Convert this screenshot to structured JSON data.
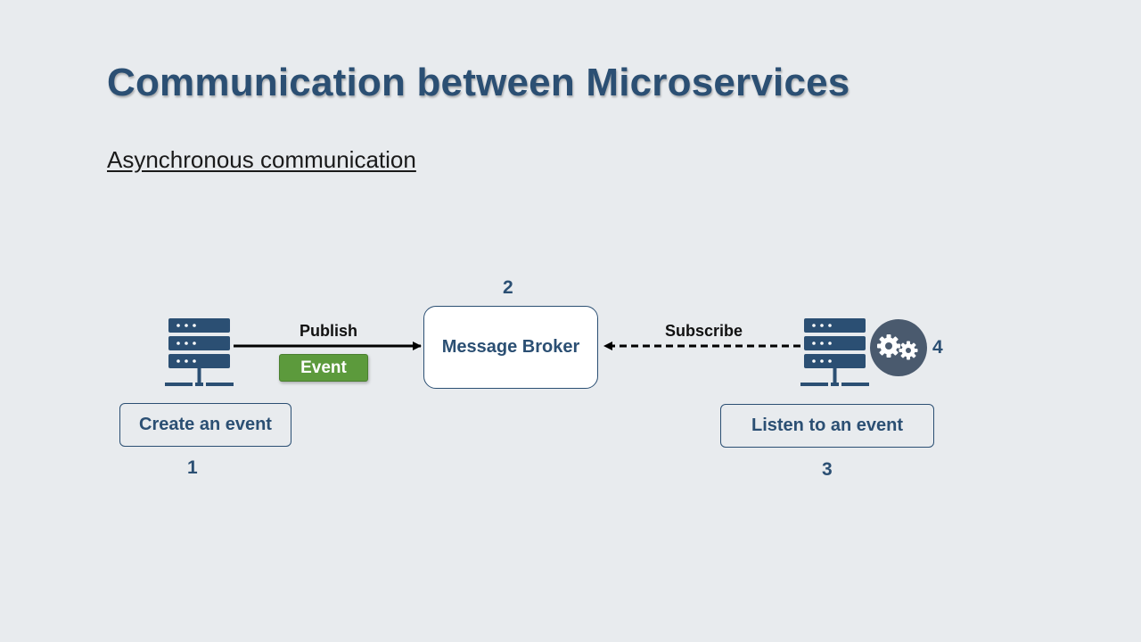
{
  "slide": {
    "title": "Communication between Microservices",
    "subtitle": "Asynchronous communication"
  },
  "diagram": {
    "producer": {
      "step": "1",
      "label": "Create an event",
      "icon": "server-icon"
    },
    "broker": {
      "step": "2",
      "label": "Message Broker"
    },
    "consumer": {
      "step": "3",
      "label": "Listen to an event",
      "icon": "server-icon"
    },
    "processing": {
      "step": "4",
      "icon": "gears-icon"
    },
    "publish_edge": {
      "label": "Publish",
      "payload": "Event",
      "style": "solid"
    },
    "subscribe_edge": {
      "label": "Subscribe",
      "style": "dashed"
    }
  },
  "colors": {
    "background": "#e8ebee",
    "primary": "#2b4f73",
    "event": "#5c9a3c",
    "gear_badge": "#4a5a6e"
  }
}
